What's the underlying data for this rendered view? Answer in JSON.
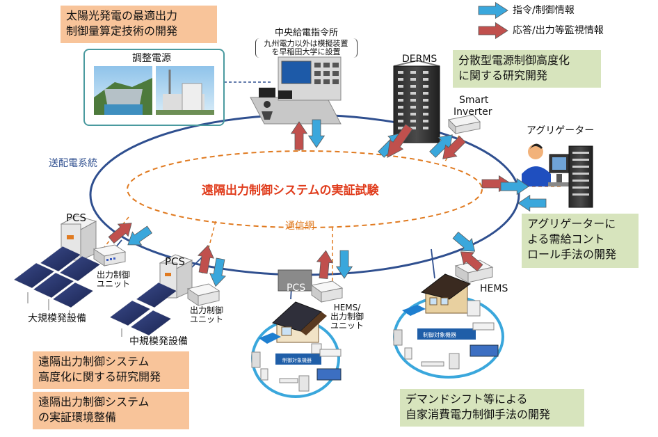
{
  "legend": {
    "command": "指令/制御情報",
    "response": "応答/出力等監視情報",
    "command_color": "#3aa7dc",
    "response_color": "#c0504d"
  },
  "boxes": {
    "solar_calc": [
      "太陽光発電の最適出力",
      "制御量算定技術の開発"
    ],
    "distributed": [
      "分散型電源制御高度化",
      "に関する研究開発"
    ],
    "aggregator_dev": [
      "アグリゲーターに",
      "よる需給コント",
      "ロール手法の開発"
    ],
    "remote_adv": [
      "遠隔出力制御システム",
      "高度化に関する研究開発"
    ],
    "remote_env": [
      "遠隔出力制御システム",
      "の実証環境整備"
    ],
    "demand": [
      "デマンドシフト等による",
      "自家消費電力制御手法の開発"
    ]
  },
  "labels": {
    "regulating_power": "調整電源",
    "central_dispatch": "中央給電指令所",
    "central_note": [
      "九州電力以外は模擬装置",
      "を早稲田大学に設置"
    ],
    "derms": "DERMS",
    "smart_inverter": [
      "Smart",
      "Inverter"
    ],
    "aggregator": "アグリゲーター",
    "transmission": "送配電系統",
    "comm_net": "通信網",
    "main_title": "遠隔出力制御システムの実証試験",
    "pcs": "PCS",
    "output_unit": [
      "出力制御",
      "ユニット"
    ],
    "large_plant": "大規模発設備",
    "medium_plant": "中規模発設備",
    "hems_unit": [
      "HEMS/",
      "出力制御",
      "ユニット"
    ],
    "hems": "HEMS",
    "controlled_devices": "制御対象機器"
  },
  "colors": {
    "orange_box": "#f8c49a",
    "green_box": "#d7e4bd",
    "grid_line": "#2f4f8f",
    "comm_line": "#e07a20",
    "title_red": "#e03c1c"
  }
}
